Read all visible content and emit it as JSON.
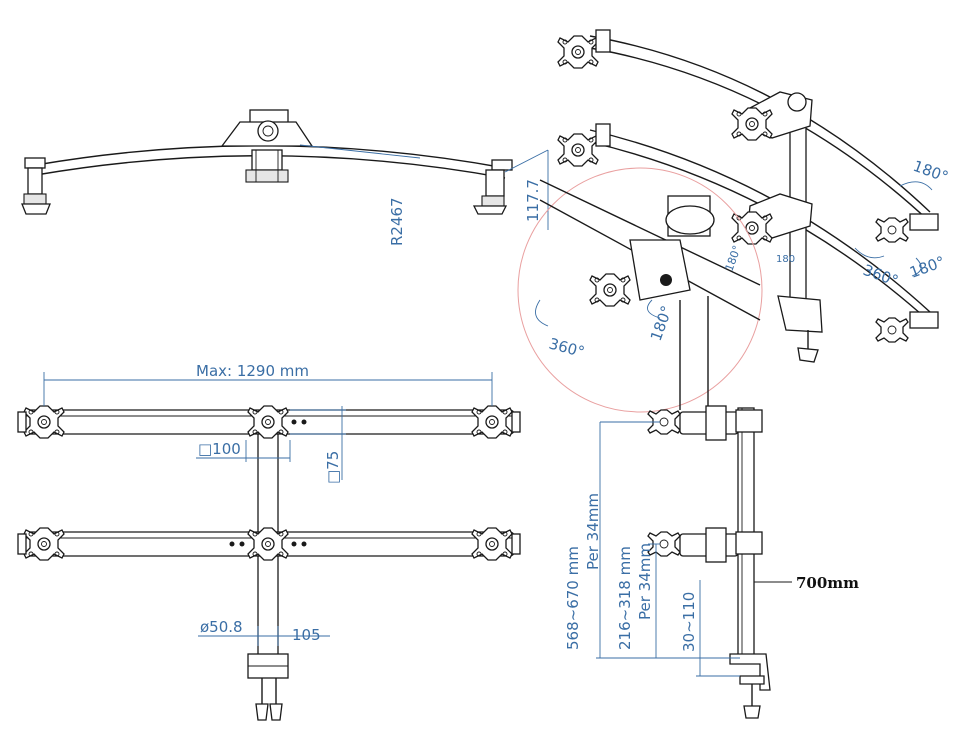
{
  "top_left_view": {
    "radius_label": "R2467",
    "offset_label": "117.7"
  },
  "perspective_view": {
    "rotate_label_top": "180°",
    "rotate_label_right": "180°",
    "spin_label_mid": "360°",
    "spin_label_detail": "360°",
    "tilt_label_detail": "180°",
    "tilt_label_small": "180°",
    "small_label_center": "180"
  },
  "front_view": {
    "max_width_label": "Max: 1290 mm",
    "vesa_width_label": "□100",
    "vesa_height_label": "□75",
    "pole_diameter_label": "ø50.8",
    "clamp_label": "105"
  },
  "side_view": {
    "upper_range_label": "568~670 mm",
    "upper_step_label": "Per 34mm",
    "lower_range_label": "216~318 mm",
    "lower_step_label": "Per 34mm",
    "clamp_range_label": "30~110",
    "pole_height_label": "700mm"
  }
}
